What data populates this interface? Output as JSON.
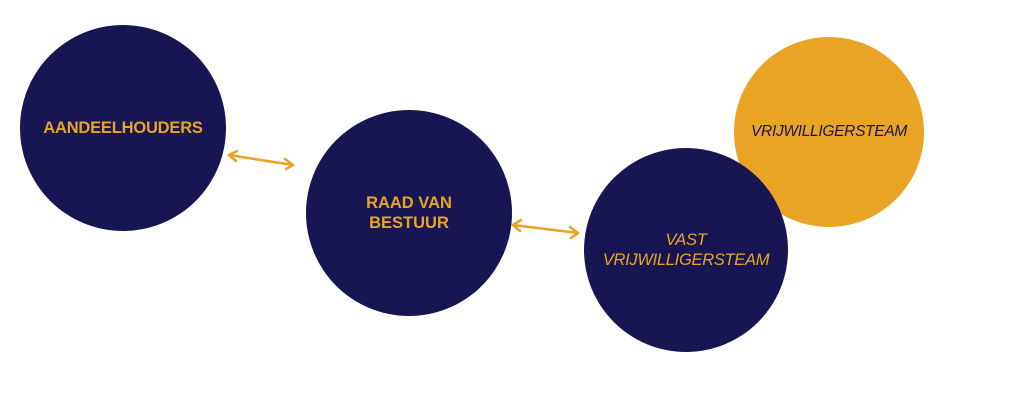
{
  "colors": {
    "navy": "#171652",
    "gold": "#e9a426",
    "background": "#ffffff"
  },
  "nodes": {
    "shareholders": {
      "label": "AANDEELHOUDERS"
    },
    "board": {
      "label": "RAAD VAN BESTUUR"
    },
    "volunteer_team": {
      "label": "VRIJWILLIGERSTEAM"
    },
    "fixed_volunteer_team": {
      "label": "VAST VRIJWILLIGERSTEAM"
    }
  },
  "connections": [
    {
      "from": "shareholders",
      "to": "board",
      "direction": "bidirectional"
    },
    {
      "from": "board",
      "to": "fixed_volunteer_team",
      "direction": "bidirectional"
    }
  ]
}
